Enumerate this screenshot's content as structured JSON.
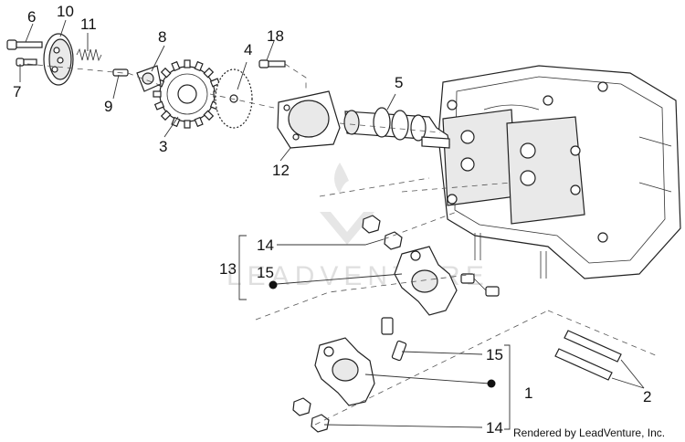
{
  "diagram": {
    "callouts": [
      "1",
      "2",
      "3",
      "4",
      "5",
      "6",
      "7",
      "8",
      "9",
      "10",
      "11",
      "12",
      "13",
      "14",
      "15",
      "14",
      "15",
      "14"
    ],
    "credit": "Rendered by LeadVenture, Inc.",
    "watermark": "LEADVENTURE"
  }
}
